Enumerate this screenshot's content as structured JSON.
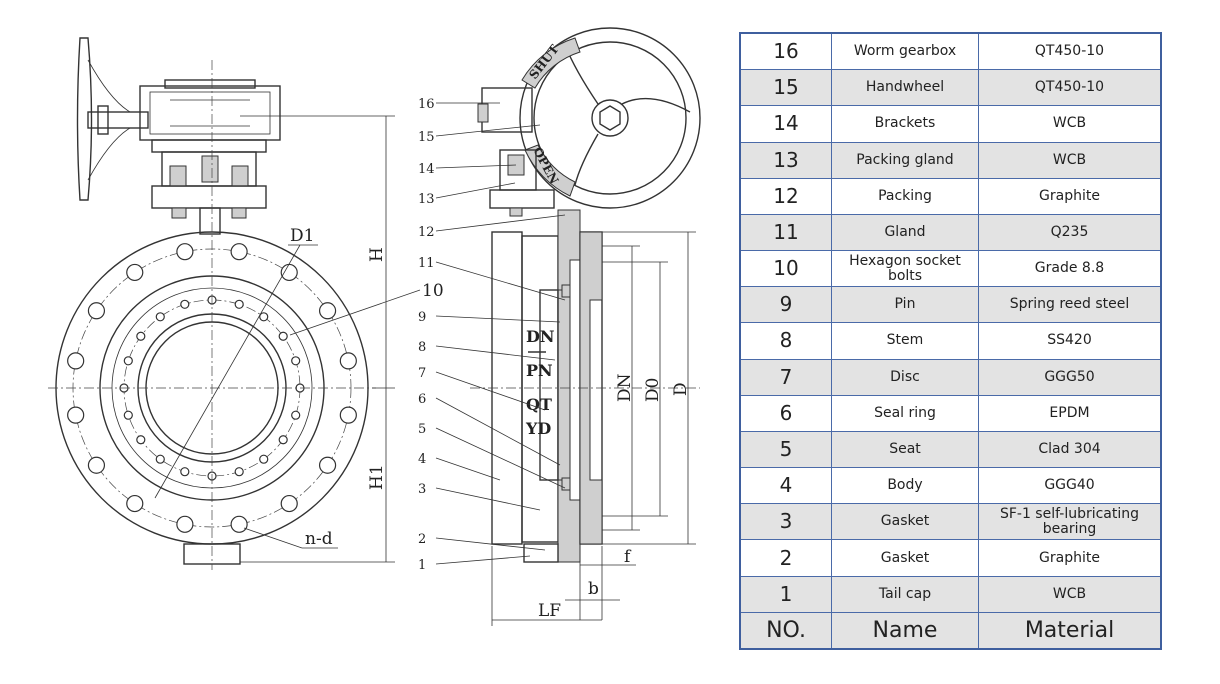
{
  "drawing": {
    "front_labels": {
      "D1": "D1",
      "H": "H",
      "H1": "H1",
      "nd": "n-d",
      "ten": "10"
    },
    "side_callouts": [
      "16",
      "15",
      "14",
      "13",
      "12",
      "11",
      "9",
      "8",
      "7",
      "6",
      "5",
      "4",
      "3",
      "2",
      "1"
    ],
    "side_marks": {
      "DN": "DN",
      "PN": "PN",
      "QT": "QT",
      "YD": "YD",
      "SHUT": "SHUT",
      "OPEN": "OPEN"
    },
    "dims": {
      "DN": "DN",
      "D0": "D0",
      "D": "D",
      "f": "f",
      "b": "b",
      "LF": "LF"
    }
  },
  "parts_table": {
    "header": {
      "no": "NO.",
      "name": "Name",
      "material": "Material"
    },
    "rows": [
      {
        "no": "16",
        "name": "Worm gearbox",
        "material": "QT450-10"
      },
      {
        "no": "15",
        "name": "Handwheel",
        "material": "QT450-10"
      },
      {
        "no": "14",
        "name": "Brackets",
        "material": "WCB"
      },
      {
        "no": "13",
        "name": "Packing gland",
        "material": "WCB"
      },
      {
        "no": "12",
        "name": "Packing",
        "material": "Graphite"
      },
      {
        "no": "11",
        "name": "Gland",
        "material": "Q235"
      },
      {
        "no": "10",
        "name": "Hexagon socket bolts",
        "material": "Grade 8.8"
      },
      {
        "no": "9",
        "name": "Pin",
        "material": "Spring reed steel"
      },
      {
        "no": "8",
        "name": "Stem",
        "material": "SS420"
      },
      {
        "no": "7",
        "name": "Disc",
        "material": "GGG50"
      },
      {
        "no": "6",
        "name": "Seal ring",
        "material": "EPDM"
      },
      {
        "no": "5",
        "name": "Seat",
        "material": "Clad 304"
      },
      {
        "no": "4",
        "name": "Body",
        "material": "GGG40"
      },
      {
        "no": "3",
        "name": "Gasket",
        "material": "SF-1 self-lubricating bearing"
      },
      {
        "no": "2",
        "name": "Gasket",
        "material": "Graphite"
      },
      {
        "no": "1",
        "name": "Tail cap",
        "material": "WCB"
      }
    ],
    "border_color": "#3f5f9e",
    "shade_color": "#e3e3e3"
  }
}
